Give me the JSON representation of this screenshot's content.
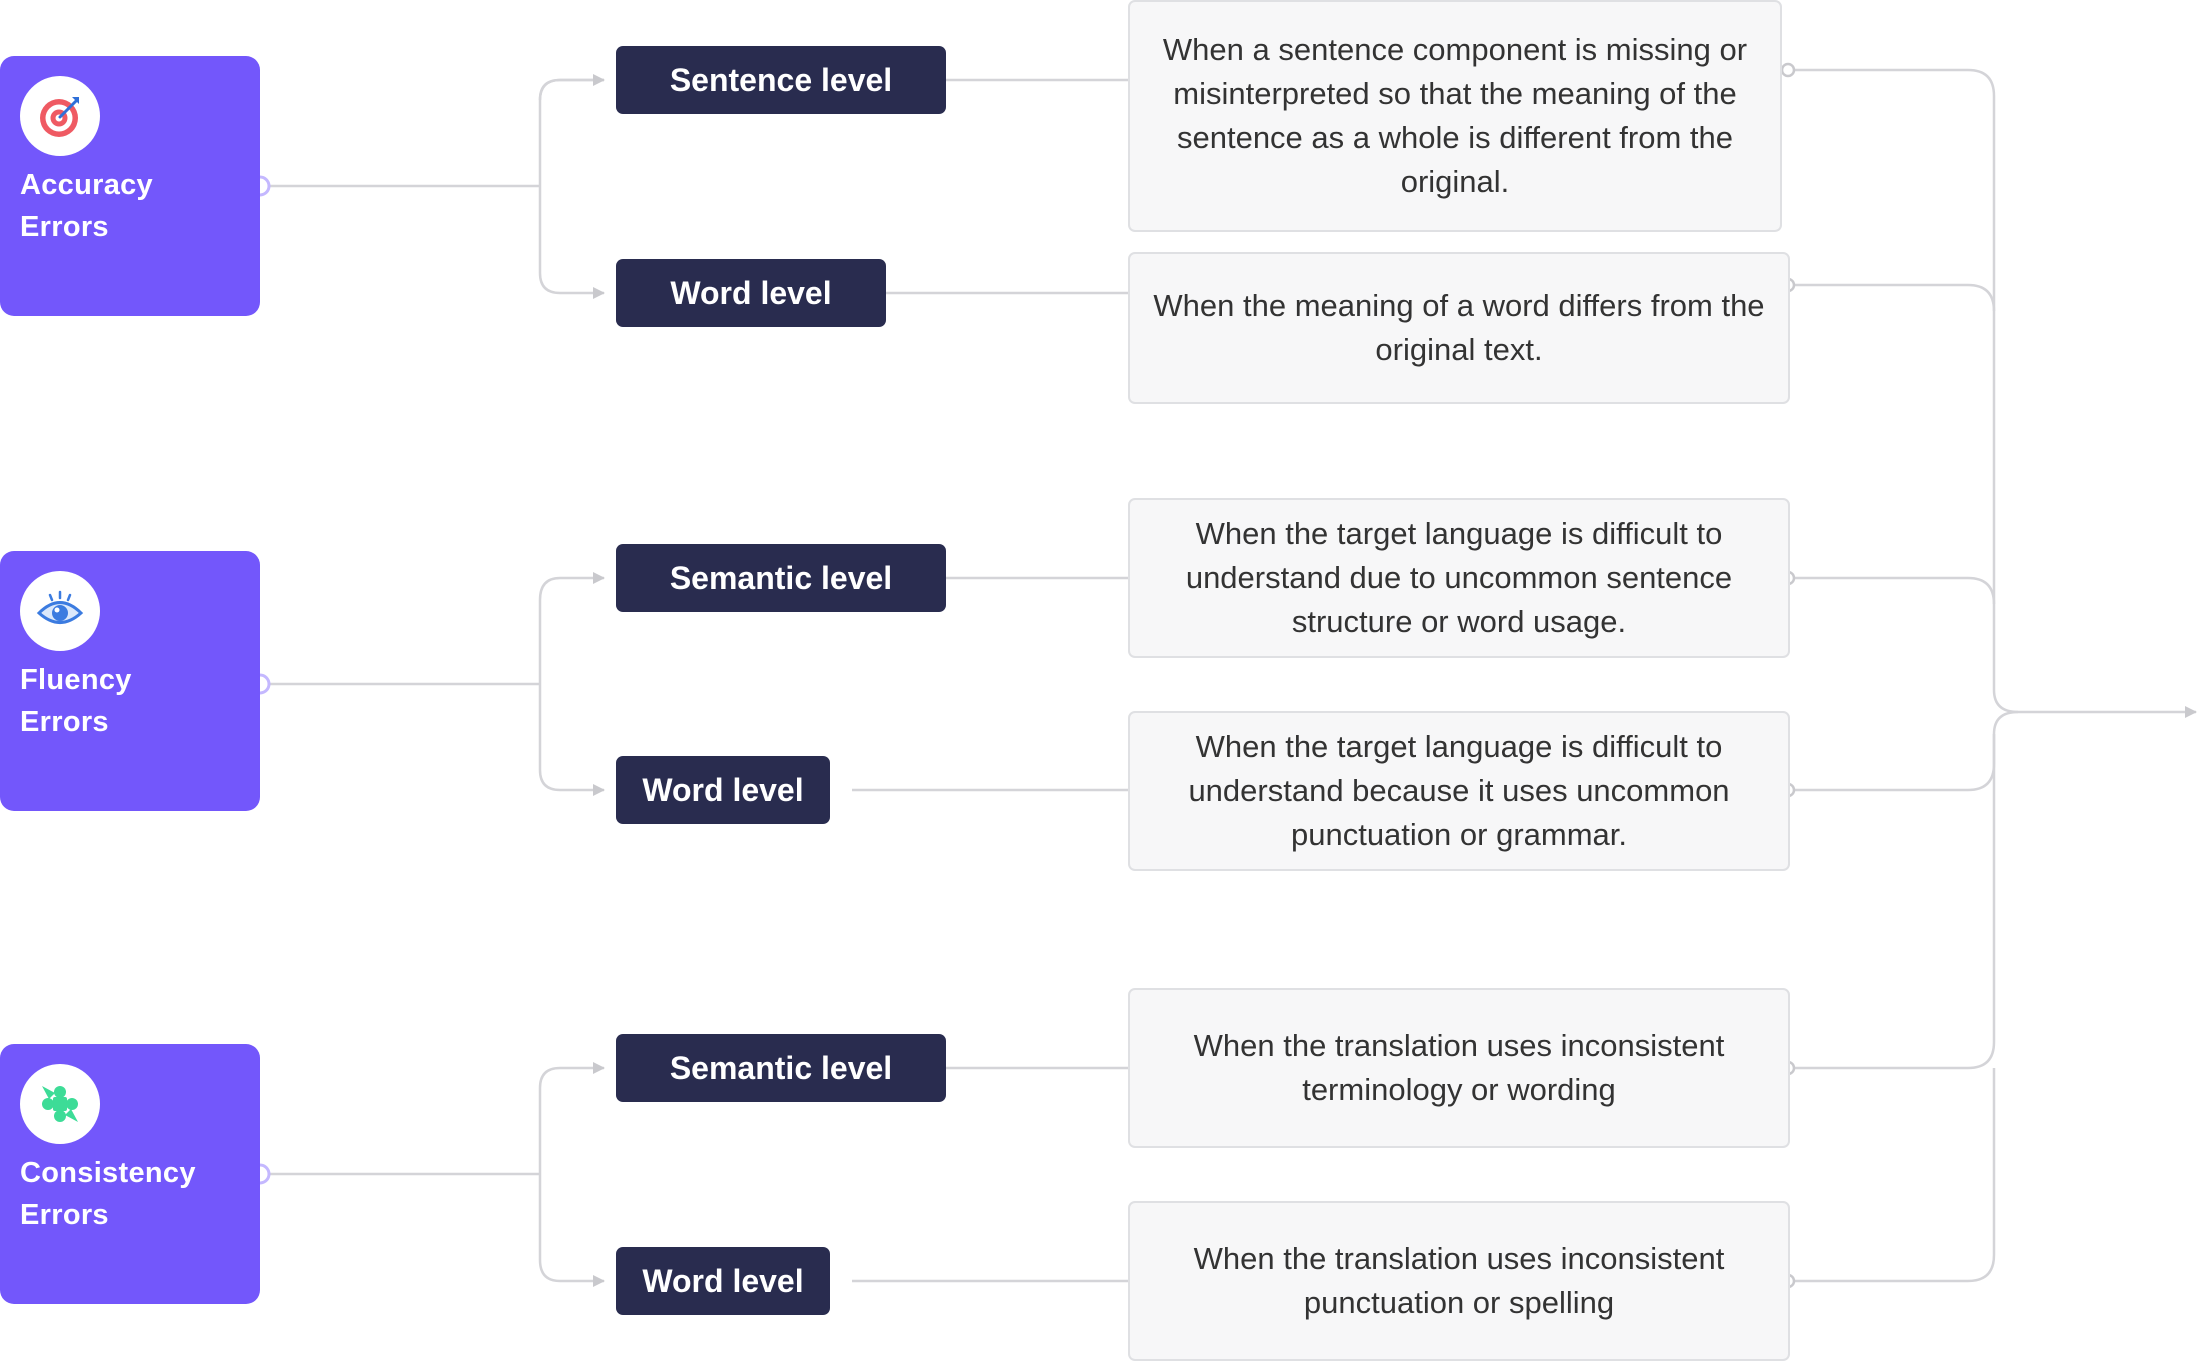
{
  "colors": {
    "category_bg": "#7357fb",
    "level_bg": "#292c4f",
    "desc_bg": "#f7f7f8",
    "connector": "#d4d4d8"
  },
  "categories": [
    {
      "icon": "target-icon",
      "title_line1": "Accuracy",
      "title_line2": "Errors",
      "levels": [
        {
          "label": "Sentence level",
          "description": "When a sentence component is missing or misinterpreted so that the meaning of the sentence as a whole is different from the original."
        },
        {
          "label": "Word level",
          "description": "When the meaning of a word differs from the original text."
        }
      ]
    },
    {
      "icon": "eye-icon",
      "title_line1": "Fluency",
      "title_line2": "Errors",
      "levels": [
        {
          "label": "Semantic level",
          "description": "When the target language is difficult to understand due to uncommon sentence structure or word usage."
        },
        {
          "label": "Word level",
          "description": "When the target language is difficult to understand because it uses uncommon punctuation or grammar."
        }
      ]
    },
    {
      "icon": "puzzle-icon",
      "title_line1": "Consistency",
      "title_line2": "Errors",
      "levels": [
        {
          "label": "Semantic level",
          "description": "When the translation uses inconsistent terminology or wording"
        },
        {
          "label": "Word level",
          "description": "When the translation uses inconsistent punctuation or spelling"
        }
      ]
    }
  ]
}
